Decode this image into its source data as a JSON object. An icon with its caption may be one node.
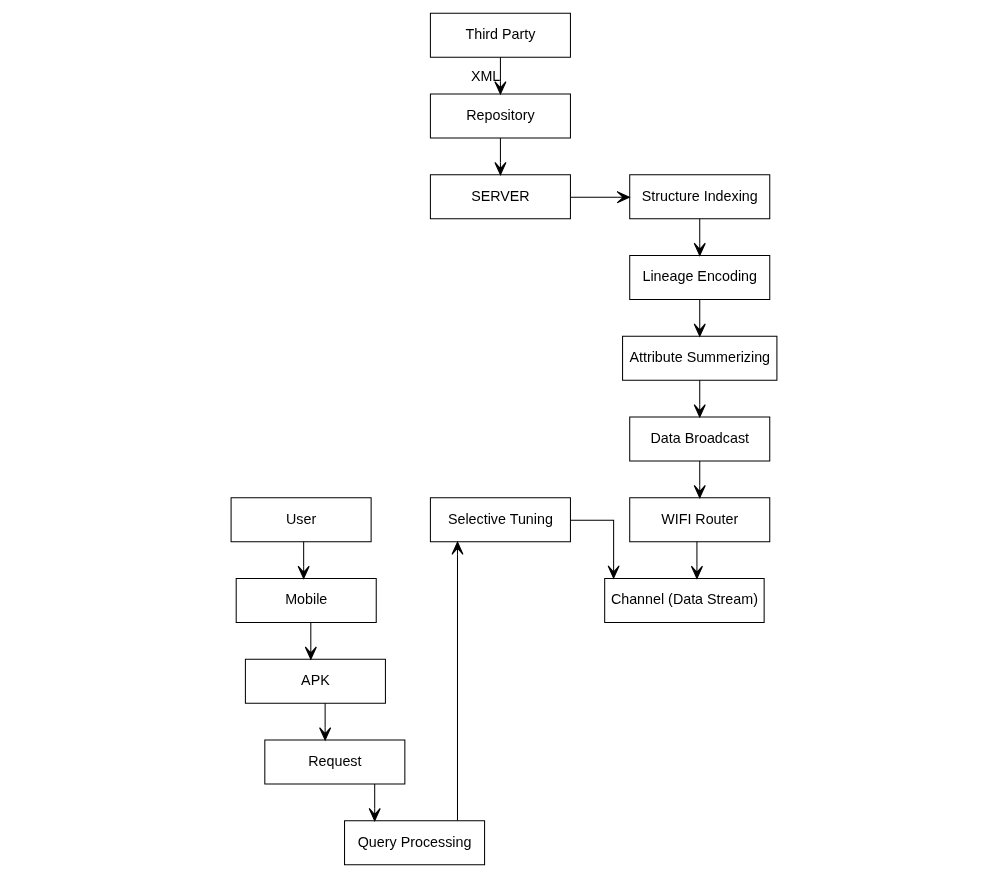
{
  "diagram": {
    "nodes": [
      {
        "text": [
          "User"
        ]
      },
      {
        "text": [
          "Mobile"
        ]
      },
      {
        "text": [
          "APK"
        ]
      },
      {
        "text": [
          "Request"
        ]
      },
      {
        "text": [
          "Query Processing"
        ]
      },
      {
        "text": [
          "Selective Tuning"
        ]
      },
      {
        "text": [
          "Channel (Data Stream)"
        ]
      },
      {
        "text": [
          "Third Party"
        ]
      },
      {
        "text": [
          "Repository"
        ]
      },
      {
        "text": [
          "SERVER"
        ]
      },
      {
        "text": [
          "WIFI Router"
        ]
      },
      {
        "text": [
          "Data Broadcast"
        ]
      },
      {
        "text": [
          "Attribute Summerizing"
        ]
      },
      {
        "text": [
          "Lineage Encoding"
        ]
      },
      {
        "text": [
          "Structure Indexing"
        ]
      }
    ],
    "edges": [
      {
        "from": 0,
        "to": 1,
        "arrow": "to"
      },
      {
        "from": 1,
        "to": 2,
        "arrow": "to"
      },
      {
        "from": 2,
        "to": 3,
        "arrow": "to"
      },
      {
        "from": 3,
        "to": 4,
        "arrow": "to"
      },
      {
        "from": 4,
        "to": 5,
        "arrow": "to"
      },
      {
        "from": 5,
        "to": 6,
        "arrow": "to"
      },
      {
        "from": 7,
        "to": 8,
        "arrow": "to",
        "label": "XML"
      },
      {
        "from": 8,
        "to": 9,
        "arrow": "to"
      },
      {
        "from": 9,
        "to": 14,
        "arrow": "to"
      },
      {
        "from": 14,
        "to": 13,
        "arrow": "to"
      },
      {
        "from": 13,
        "to": 12,
        "arrow": "to"
      },
      {
        "from": 12,
        "to": 11,
        "arrow": "to"
      },
      {
        "from": 11,
        "to": 10,
        "arrow": "to"
      },
      {
        "from": 10,
        "to": 6,
        "arrow": "to"
      }
    ]
  }
}
